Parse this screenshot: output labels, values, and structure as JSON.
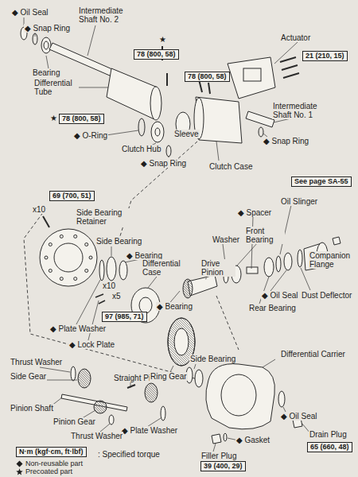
{
  "diagram": {
    "nodes": [
      {
        "text": [
          "78 (800, 58)"
        ]
      },
      {
        "text": [
          "78 (800, 58)"
        ]
      },
      {
        "text": [
          "21 (210, 15)"
        ]
      },
      {
        "text": [
          "78 (800, 58)"
        ]
      },
      {
        "text": [
          "See page SA-55"
        ]
      },
      {
        "text": [
          "69 (700, 51)"
        ]
      },
      {
        "text": [
          "97 (985, 71)"
        ]
      },
      {
        "text": [
          "65 (660, 48)"
        ]
      },
      {
        "text": [
          "39 (400, 29)"
        ]
      },
      {
        "text": [
          "N·m (kgf·cm, ft·lbf)"
        ]
      }
    ],
    "labels": [
      "◆ Oil Seal",
      "Intermediate Shaft No. 2",
      "◆ Snap Ring",
      "★",
      "Actuator",
      "Bearing",
      "Differential Tube",
      "★",
      "Intermediate Shaft No. 1",
      "◆ O-Ring",
      "Sleeve",
      "◆ Snap Ring",
      "Clutch Hub",
      "◆ Snap Ring",
      "Clutch Case",
      "Oil Slinger",
      "x10",
      "◆ Spacer",
      "Side Bearing Retainer",
      "Front Bearing",
      "Washer",
      "Side Bearing",
      "◆ Bearing",
      "Companion Flange",
      "Differential Case",
      "Drive Pinion",
      "x10",
      "x5",
      "Dust Deflector",
      "◆ Oil Seal",
      "◆ Bearing",
      "Rear Bearing",
      "◆ Plate Washer",
      "◆ Lock Plate",
      "Differential Carrier",
      "Side Bearing",
      "Thrust Washer",
      "Straight Pin",
      "Ring Gear",
      "Side Gear",
      "Pinion Shaft",
      "◆ Oil Seal",
      "Pinion Gear",
      "◆ Plate Washer",
      "Drain Plug",
      "Thrust Washer",
      "◆ Gasket",
      ": Specified torque",
      "Filler Plug"
    ],
    "legend": [
      {
        "text": "Non-reusable part"
      },
      {
        "text": "Precoated part"
      }
    ]
  }
}
